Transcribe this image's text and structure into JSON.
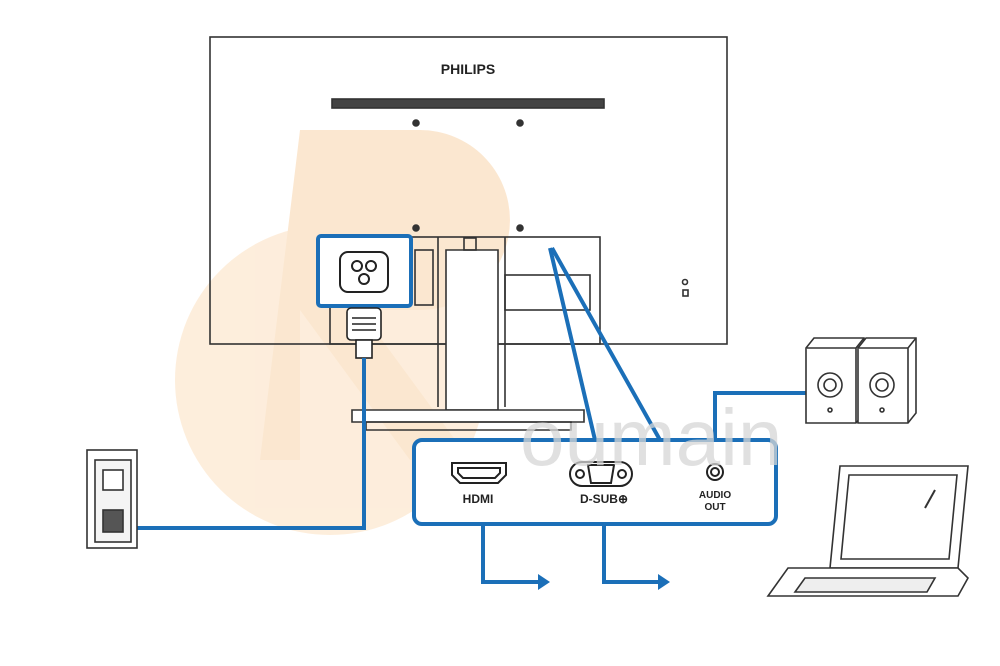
{
  "monitor": {
    "brand": "PHILIPS",
    "port_labels_small": [
      "HDMI",
      "D-SUB",
      "AUDIO"
    ]
  },
  "ports": [
    {
      "id": "hdmi",
      "label": "HDMI"
    },
    {
      "id": "dsub",
      "label": "D-SUB⊕"
    },
    {
      "id": "audio",
      "label_line1": "AUDIO",
      "label_line2": "OUT"
    }
  ],
  "watermark": {
    "text": "Roumain"
  },
  "colors": {
    "cable": "#1b6fb8",
    "outline": "#333333",
    "watermark_orange": "#fbe3c8",
    "watermark_gray": "#e2e2e2"
  },
  "devices": [
    "wall-outlet",
    "power-cord",
    "speakers",
    "laptop"
  ]
}
